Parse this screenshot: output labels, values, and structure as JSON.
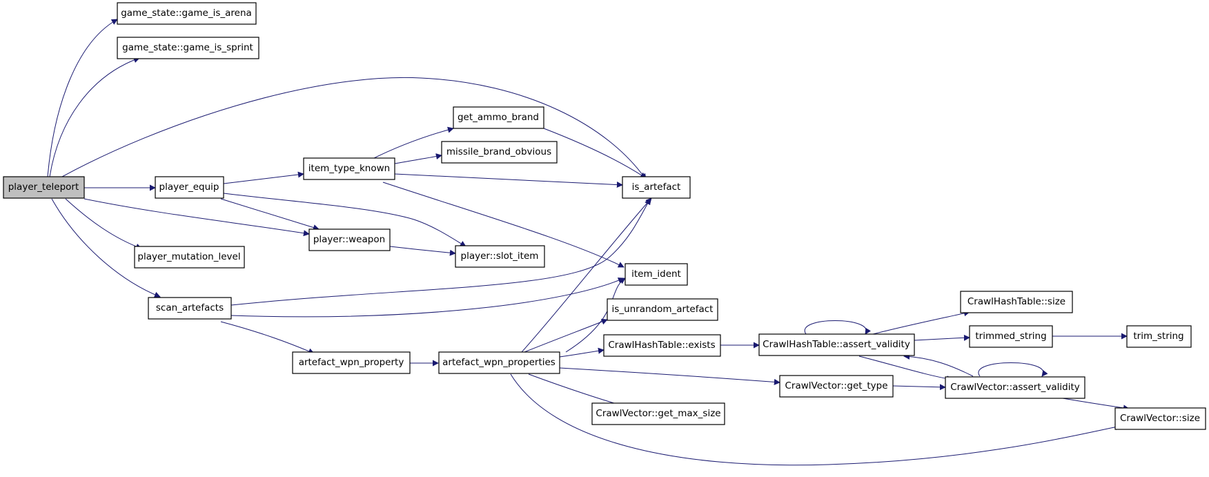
{
  "colors": {
    "edge": "#191970",
    "root_fill": "#bfbfbf",
    "node_fill": "#ffffff",
    "border": "#000000"
  },
  "nodes": {
    "player_teleport": "player_teleport",
    "game_is_arena": "game_state::game_is_arena",
    "game_is_sprint": "game_state::game_is_sprint",
    "player_equip": "player_equip",
    "player_mutation_level": "player_mutation_level",
    "scan_artefacts": "scan_artefacts",
    "player_weapon": "player::weapon",
    "player_slot_item": "player::slot_item",
    "item_type_known": "item_type_known",
    "get_ammo_brand": "get_ammo_brand",
    "missile_brand_obvious": "missile_brand_obvious",
    "is_artefact": "is_artefact",
    "item_ident": "item_ident",
    "artefact_wpn_property": "artefact_wpn_property",
    "artefact_wpn_properties": "artefact_wpn_properties",
    "is_unrandom_artefact": "is_unrandom_artefact",
    "hash_exists": "CrawlHashTable::exists",
    "hash_assert_validity": "CrawlHashTable::assert_validity",
    "hash_size": "CrawlHashTable::size",
    "trimmed_string": "trimmed_string",
    "trim_string": "trim_string",
    "vector_get_type": "CrawlVector::get_type",
    "vector_assert_validity": "CrawlVector::assert_validity",
    "vector_get_max_size": "CrawlVector::get_max_size",
    "vector_size": "CrawlVector::size"
  }
}
